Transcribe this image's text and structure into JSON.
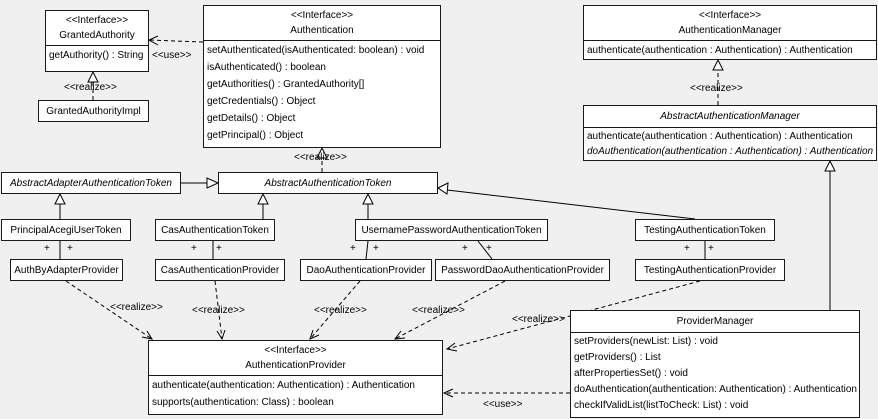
{
  "diagram": {
    "type": "uml-class-diagram",
    "colors": {
      "background": "#f0f0f0",
      "box_fill": "#ffffff",
      "line": "#000000"
    },
    "edge_labels": {
      "use": "<<use>>",
      "realize": "<<realize>>",
      "plus": "+"
    },
    "classes": {
      "granted_authority": {
        "stereotype": "<<Interface>>",
        "name": "GrantedAuthority",
        "methods": [
          "getAuthority() : String"
        ]
      },
      "granted_authority_impl": {
        "name": "GrantedAuthorityImpl"
      },
      "authentication": {
        "stereotype": "<<Interface>>",
        "name": "Authentication",
        "methods": [
          "setAuthenticated(isAuthenticated: boolean) : void",
          "isAuthenticated() : boolean",
          "getAuthorities() : GrantedAuthority[]",
          "getCredentials() : Object",
          "getDetails() : Object",
          "getPrincipal() : Object"
        ]
      },
      "authentication_manager": {
        "stereotype": "<<Interface>>",
        "name": "AuthenticationManager",
        "methods": [
          "authenticate(authentication : Authentication) : Authentication"
        ]
      },
      "abstract_authentication_manager": {
        "name": "AbstractAuthenticationManager",
        "methods": [
          "authenticate(authentication : Authentication) : Authentication",
          "doAuthentication(authentication : Authentication) : Authentication"
        ]
      },
      "abstract_adapter_authentication_token": {
        "name": "AbstractAdapterAuthenticationToken"
      },
      "abstract_authentication_token": {
        "name": "AbstractAuthenticationToken"
      },
      "principal_acegi_user_token": {
        "name": "PrincipalAcegiUserToken"
      },
      "cas_authentication_token": {
        "name": "CasAuthenticationToken"
      },
      "username_password_authentication_token": {
        "name": "UsernamePasswordAuthenticationToken"
      },
      "testing_authentication_token": {
        "name": "TestingAuthenticationToken"
      },
      "auth_by_adapter_provider": {
        "name": "AuthByAdapterProvider"
      },
      "cas_authentication_provider": {
        "name": "CasAuthenticationProvider"
      },
      "dao_authentication_provider": {
        "name": "DaoAuthenticationProvider"
      },
      "password_dao_authentication_provider": {
        "name": "PasswordDaoAuthenticationProvider"
      },
      "testing_authentication_provider": {
        "name": "TestingAuthenticationProvider"
      },
      "authentication_provider": {
        "stereotype": "<<Interface>>",
        "name": "AuthenticationProvider",
        "methods": [
          "authenticate(authentication: Authentication) : Authentication",
          "supports(authentication: Class) : boolean"
        ]
      },
      "provider_manager": {
        "name": "ProviderManager",
        "methods": [
          "setProviders(newList: List) : void",
          "getProviders() : List",
          "afterPropertiesSet() : void",
          "doAuthentication(authentication: Authentication) : Authentication",
          "checkIfValidList(listToCheck: List) : void"
        ]
      }
    }
  }
}
